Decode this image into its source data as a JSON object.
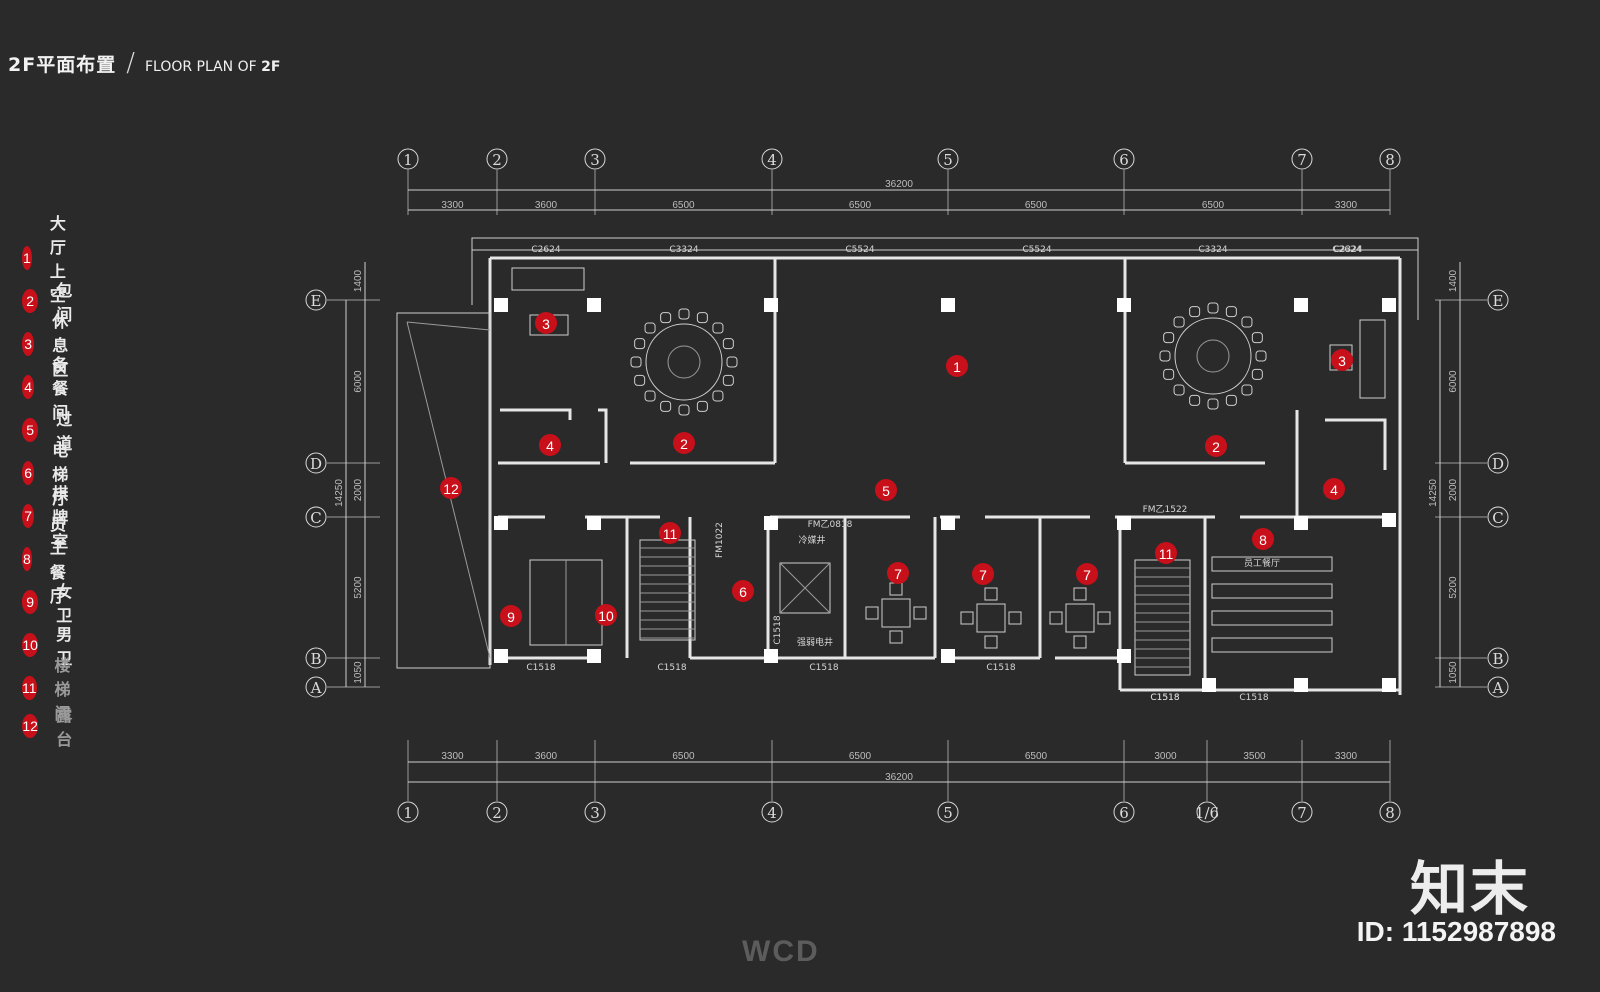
{
  "title": {
    "cn": "2F平面布置",
    "slash": "/",
    "en_prefix": "FLOOR PLAN OF ",
    "en_suffix": "2F"
  },
  "legend": [
    {
      "num": "1",
      "label": "大厅上空"
    },
    {
      "num": "2",
      "label": "包间"
    },
    {
      "num": "3",
      "label": "休息区"
    },
    {
      "num": "4",
      "label": "备餐间"
    },
    {
      "num": "5",
      "label": "过道"
    },
    {
      "num": "6",
      "label": "电梯厅"
    },
    {
      "num": "7",
      "label": "棋牌室"
    },
    {
      "num": "8",
      "label": "员工餐厅"
    },
    {
      "num": "9",
      "label": "女卫"
    },
    {
      "num": "10",
      "label": "男卫"
    },
    {
      "num": "11",
      "label": "楼梯间"
    },
    {
      "num": "12",
      "label": "露台"
    }
  ],
  "grid_columns_top": [
    "1",
    "2",
    "3",
    "4",
    "5",
    "6",
    "7",
    "8"
  ],
  "grid_columns_bottom": [
    "1",
    "2",
    "3",
    "4",
    "5",
    "6",
    "1/6",
    "7",
    "8"
  ],
  "grid_rows": [
    "E",
    "D",
    "C",
    "B",
    "A"
  ],
  "dims_top_total": "36200",
  "dims_top": [
    "3300",
    "3600",
    "6500",
    "6500",
    "6500",
    "6500",
    "3300"
  ],
  "dims_bottom": [
    "3300",
    "3600",
    "6500",
    "6500",
    "6500",
    "3000",
    "3500",
    "3300"
  ],
  "dims_bottom_total": "36200",
  "dims_left": [
    "1400",
    "6000",
    "2000",
    "5200",
    "1050"
  ],
  "dims_left_total": "14250",
  "dims_right": [
    "1400",
    "6000",
    "2000",
    "5200",
    "1050"
  ],
  "dims_right_total": "14250",
  "room_tags": {
    "elev_shaft": "冷媒井",
    "elec_shaft": "强弱电井",
    "staff_dining": "员工餐厅"
  },
  "window_tags": [
    "C2624",
    "C3324",
    "C5524",
    "C5524",
    "C3324",
    "C2624",
    "C2324",
    "C1518",
    "C1518",
    "C1518",
    "C1518",
    "C1518",
    "C1518",
    "C1518"
  ],
  "door_tags": [
    "FM1022",
    "FM乙0818",
    "FM乙1522",
    "C1518"
  ],
  "brand": "WCD",
  "watermark_logo": "知末",
  "watermark_id": "ID: 1152987898",
  "colors": {
    "background": "#2a2a2b",
    "badge": "#c8101a",
    "lines": "#e6e6e6"
  }
}
